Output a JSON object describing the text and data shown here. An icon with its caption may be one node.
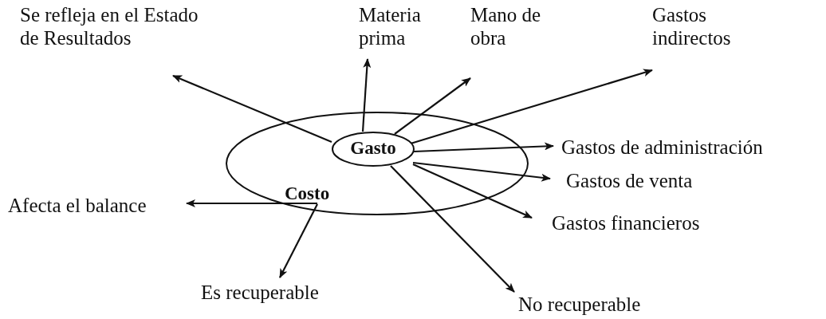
{
  "diagram": {
    "nodes": [
      {
        "text": [
          "Costo"
        ]
      },
      {
        "text": [
          "Gasto"
        ],
        "in": 0
      },
      {
        "text": [
          "Se refleja en el Estado de Resultados"
        ]
      },
      {
        "text": [
          "Materia prima"
        ]
      },
      {
        "text": [
          "Mano de obra"
        ]
      },
      {
        "text": [
          "Gastos indirectos"
        ]
      },
      {
        "text": [
          "Gastos de administración"
        ]
      },
      {
        "text": [
          "Gastos de venta"
        ]
      },
      {
        "text": [
          "Gastos financieros"
        ]
      },
      {
        "text": [
          "No recuperable"
        ]
      },
      {
        "text": [
          "Afecta el balance"
        ]
      },
      {
        "text": [
          "Es recuperable"
        ]
      }
    ],
    "edges": [
      {
        "from": 1,
        "to": 2,
        "arrow": "to"
      },
      {
        "from": 1,
        "to": 3,
        "arrow": "to"
      },
      {
        "from": 1,
        "to": 4,
        "arrow": "to"
      },
      {
        "from": 1,
        "to": 5,
        "arrow": "to"
      },
      {
        "from": 1,
        "to": 6,
        "arrow": "to"
      },
      {
        "from": 1,
        "to": 7,
        "arrow": "to"
      },
      {
        "from": 1,
        "to": 8,
        "arrow": "to"
      },
      {
        "from": 1,
        "to": 9,
        "arrow": "to"
      },
      {
        "from": 0,
        "to": 10,
        "arrow": "to"
      },
      {
        "from": 0,
        "to": 11,
        "arrow": "to"
      }
    ]
  }
}
